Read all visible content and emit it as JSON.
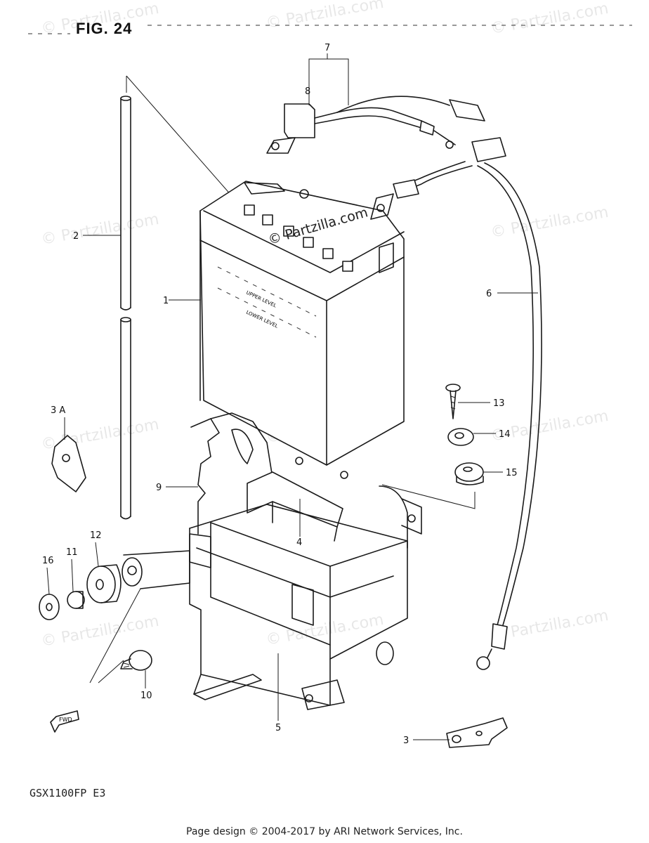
{
  "figure": {
    "title": "FIG. 24"
  },
  "model": "GSX1100FP  E3",
  "footer": "Page design © 2004-2017 by ARI Network Services, Inc.",
  "watermark": {
    "text": "© Partzilla.com"
  },
  "callouts": {
    "p1": "1",
    "p2": "2",
    "p3": "3",
    "p3a": "3 A",
    "p4": "4",
    "p5": "5",
    "p6": "6",
    "p7": "7",
    "p8": "8",
    "p9": "9",
    "p10": "10",
    "p11": "11",
    "p12": "12",
    "p13": "13",
    "p14": "14",
    "p15": "15",
    "p16": "16"
  },
  "battery_labels": {
    "upper": "UPPER LEVEL",
    "lower": "LOWER LEVEL"
  },
  "direction_badge": "FWD",
  "parts": [
    {
      "no": "1",
      "name": "battery"
    },
    {
      "no": "2",
      "name": "breather-tube"
    },
    {
      "no": "3",
      "name": "bracket"
    },
    {
      "no": "3 A",
      "name": "clamp"
    },
    {
      "no": "4",
      "name": "battery-band"
    },
    {
      "no": "5",
      "name": "battery-case"
    },
    {
      "no": "6",
      "name": "negative-cable"
    },
    {
      "no": "7",
      "name": "starter-relay-lead"
    },
    {
      "no": "8",
      "name": "starter-relay"
    },
    {
      "no": "9",
      "name": "battery-holder-plate"
    },
    {
      "no": "10",
      "name": "bolt"
    },
    {
      "no": "11",
      "name": "spacer"
    },
    {
      "no": "12",
      "name": "cushion"
    },
    {
      "no": "13",
      "name": "screw"
    },
    {
      "no": "14",
      "name": "washer"
    },
    {
      "no": "15",
      "name": "cushion"
    },
    {
      "no": "16",
      "name": "washer"
    }
  ]
}
